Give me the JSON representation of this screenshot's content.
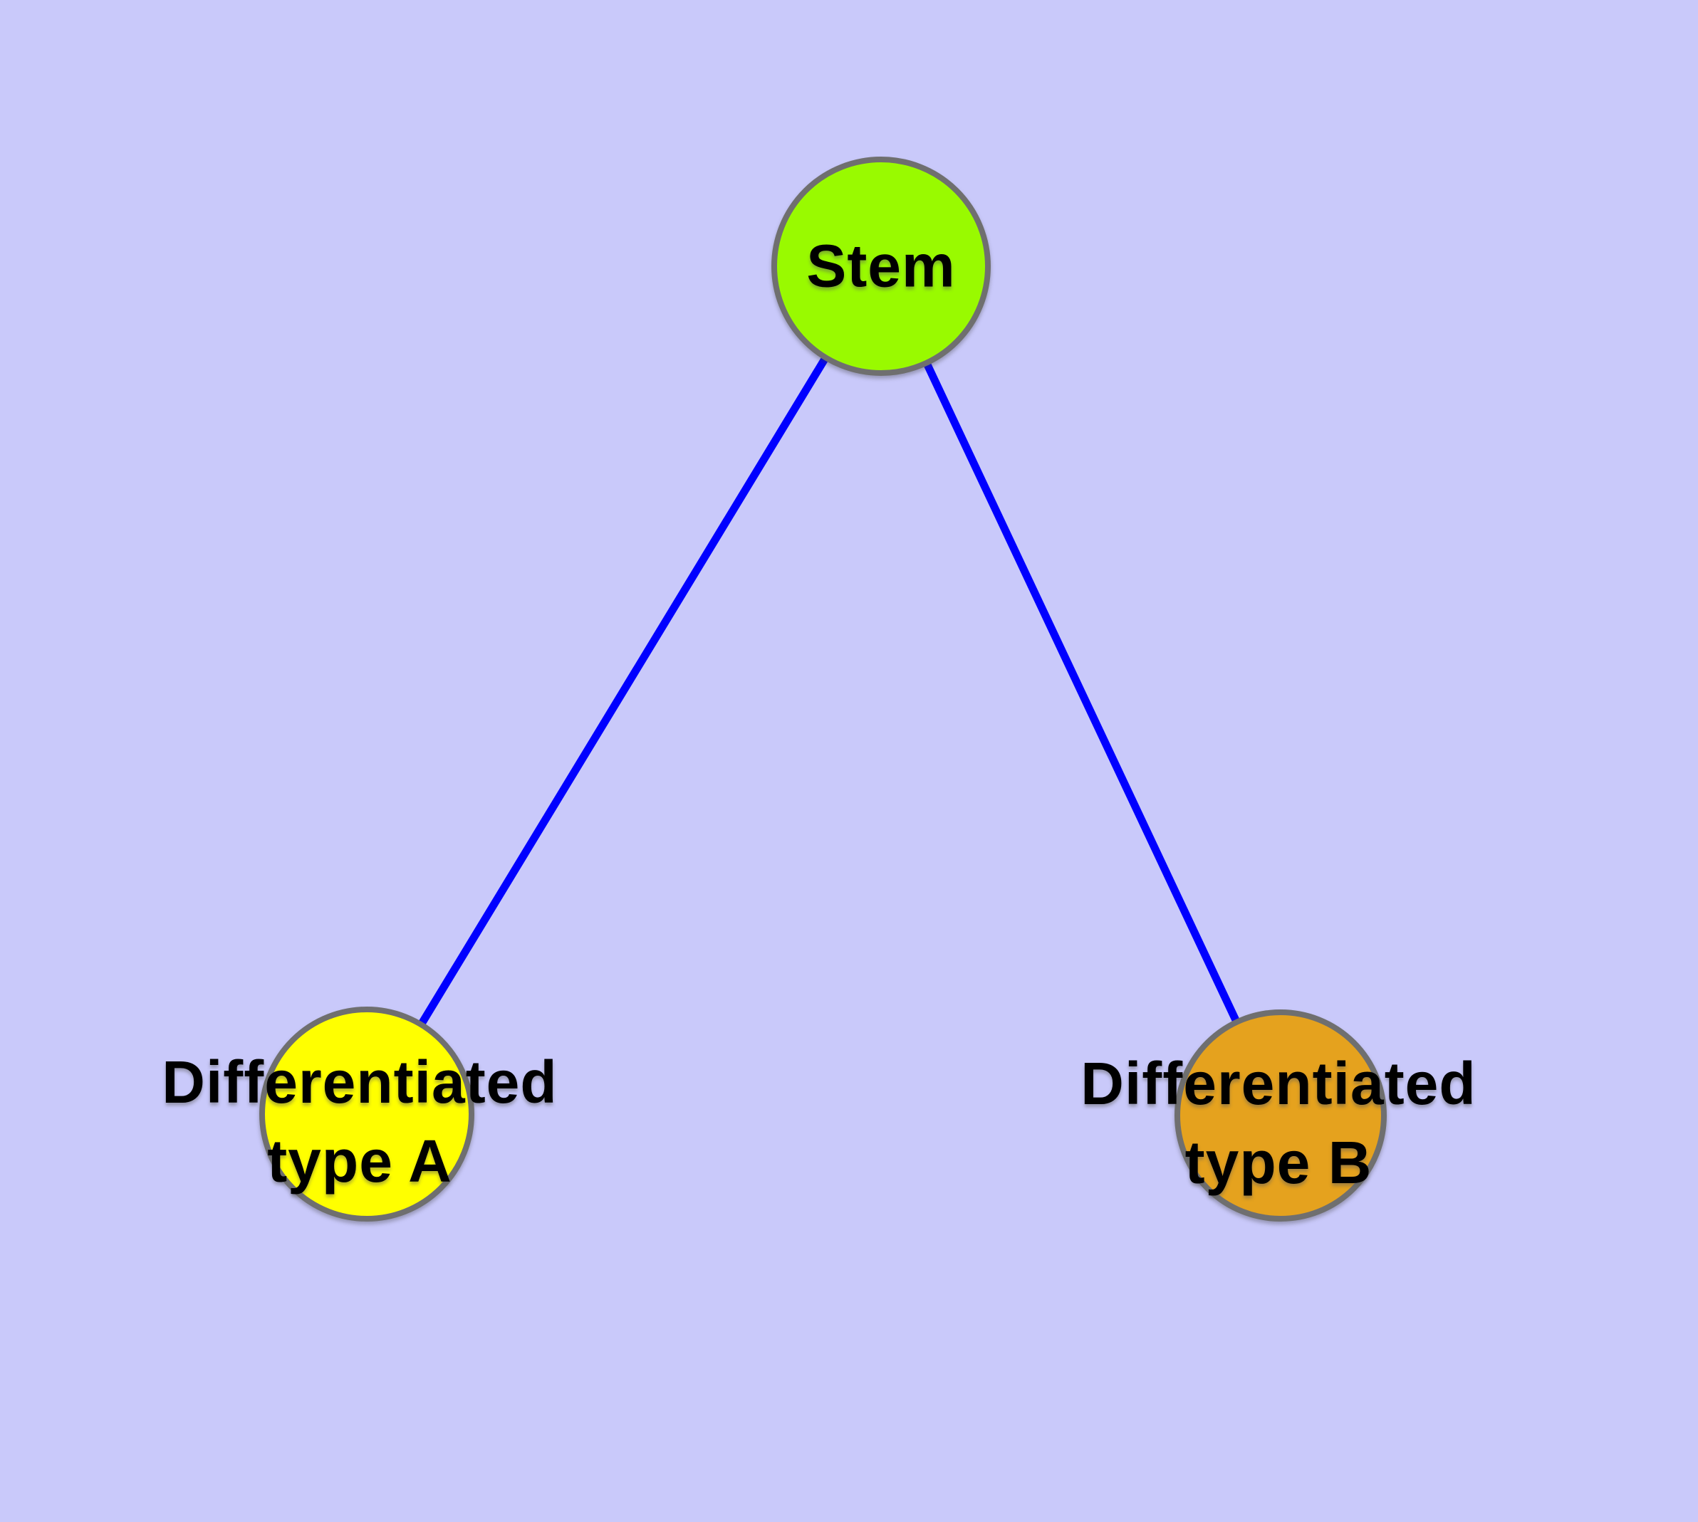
{
  "diagram": {
    "description": "Cell differentiation graph: Stem node branching to two differentiated cell types",
    "background_color": "#c9c9fa",
    "edge_color": "#0000ff",
    "node_border_color": "#6f6f6f",
    "text_color": "#000000",
    "nodes": [
      {
        "id": "stem",
        "label": "Stem",
        "fill_color": "#99fa00"
      },
      {
        "id": "differentiated-type-a",
        "label": "Differentiated\ntype A",
        "fill_color": "#ffff00"
      },
      {
        "id": "differentiated-type-b",
        "label": "Differentiated\ntype B",
        "fill_color": "#e5a21e"
      }
    ],
    "edges": [
      {
        "from": "Stem",
        "to": "Differentiated type A"
      },
      {
        "from": "Stem",
        "to": "Differentiated type B"
      }
    ]
  }
}
